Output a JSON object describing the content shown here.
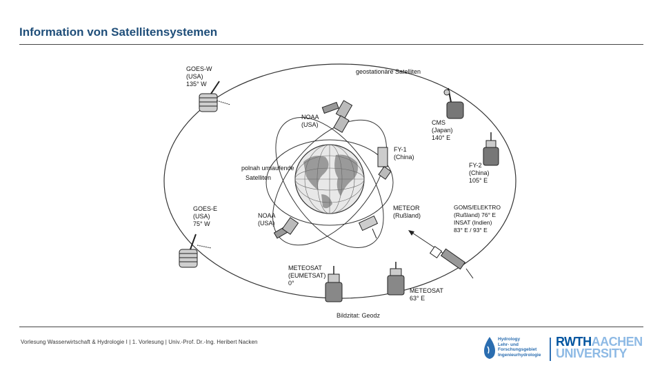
{
  "page_title": "Information von Satellitensystemen",
  "diagram": {
    "geo_label": "geostationäre Satelliten",
    "polar_label_1": "polnah umlaufende",
    "polar_label_2": "Satelliten",
    "satellites": {
      "goes_w": [
        "GOES-W",
        "(USA)",
        "135° W"
      ],
      "goes_e": [
        "GOES-E",
        "(USA)",
        "75° W"
      ],
      "noaa_top": [
        "NOAA",
        "(USA)"
      ],
      "noaa_bottom": [
        "NOAA",
        "(USA)"
      ],
      "fy1": [
        "FY-1",
        "(China)"
      ],
      "cms": [
        "CMS",
        "(Japan)",
        "140° E"
      ],
      "fy2": [
        "FY-2",
        "(China)",
        "105° E"
      ],
      "meteor": [
        "METEOR",
        "(Rußland)"
      ],
      "goms": [
        "GOMS/ELEKTRO",
        "(Rußland) 76° E",
        "INSAT (Indien)",
        "83° E / 93° E"
      ],
      "meteosat_0": [
        "METEOSAT",
        "(EUMETSAT)",
        "0°"
      ],
      "meteosat_63": [
        "METEOSAT",
        "63° E"
      ]
    }
  },
  "image_credit": "Bildzitat: Geodz",
  "footer": "Vorlesung Wasserwirtschaft & Hydrologie I | 1. Vorlesung | Univ.-Prof. Dr.-Ing. Heribert Nacken",
  "logos": {
    "hydrology": [
      "Hydrology",
      "Lehr- und",
      "Forschungsgebiet",
      "Ingenieurhydrologie"
    ],
    "rwth_line1_a": "RWTH",
    "rwth_line1_b": "AACHEN",
    "rwth_line2": "UNIVERSITY"
  },
  "colors": {
    "title": "#1f4e79",
    "rwth_blue": "#00549f",
    "rwth_light": "#8ebae5"
  }
}
